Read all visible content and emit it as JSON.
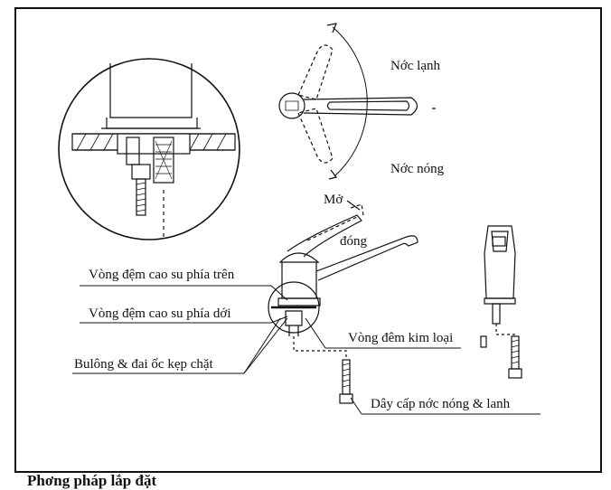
{
  "labels": {
    "cold_water": "Nớc lạnh",
    "hot_water": "Nớc nóng",
    "open": "Mở",
    "close": "đóng",
    "upper_rubber_gasket": "Vòng đệm cao su phía trên",
    "lower_rubber_gasket": "Vòng đệm cao su phía dới",
    "bolt_nut": "Bulông & đai ốc kẹp chặt",
    "metal_washer": "Vòng đêm kim loại",
    "supply_hose": "Dây cấp nớc nóng & lanh"
  },
  "caption": "Phơng pháp lắp đặt",
  "colors": {
    "line": "#111111",
    "background": "#ffffff"
  }
}
